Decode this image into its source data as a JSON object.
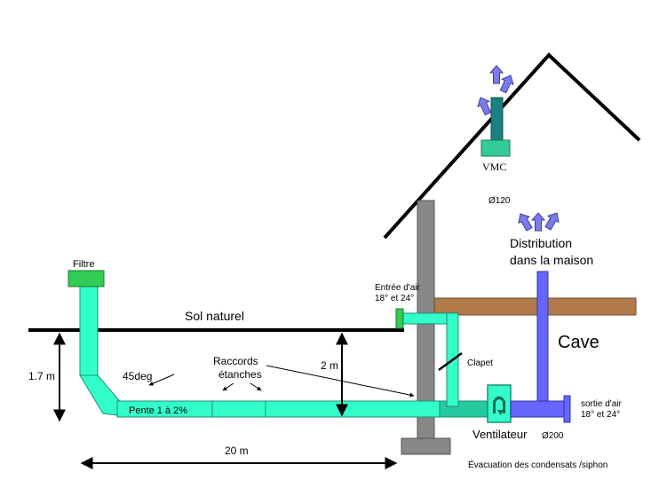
{
  "labels": {
    "filtre": "Filtre",
    "sol_naturel": "Sol naturel",
    "height_left": "1.7 m",
    "angle": "45deg",
    "raccords_line1": "Raccords",
    "raccords_line2": "étanches",
    "depth_2m": "2 m",
    "pente": "Pente 1 à 2%",
    "length": "20 m",
    "entree_line1": "Entrée d'air",
    "entree_line2": "18° et 24°",
    "clapet": "Clapet",
    "cave": "Cave",
    "ventilateur": "Ventilateur",
    "diam_200": "Ø200",
    "sortie_line1": "sortie d'air",
    "sortie_line2": "18° et 24°",
    "evacuation": "Évacuation des condensats /siphon",
    "distribution_line1": "Distribution",
    "distribution_line2": "dans la maison",
    "diam_120": "Ø120",
    "vmc": "VMC"
  },
  "colors": {
    "pipe_fill": "#33ffcc",
    "pipe_dark": "#26c9a0",
    "filter": "#33cc55",
    "chimney": "#888888",
    "floor": "#b07a4a",
    "distribution_pipe": "#6666ff",
    "arrow": "#7b7bea",
    "vmc_stem": "#1a8080",
    "ground": "#000000"
  }
}
